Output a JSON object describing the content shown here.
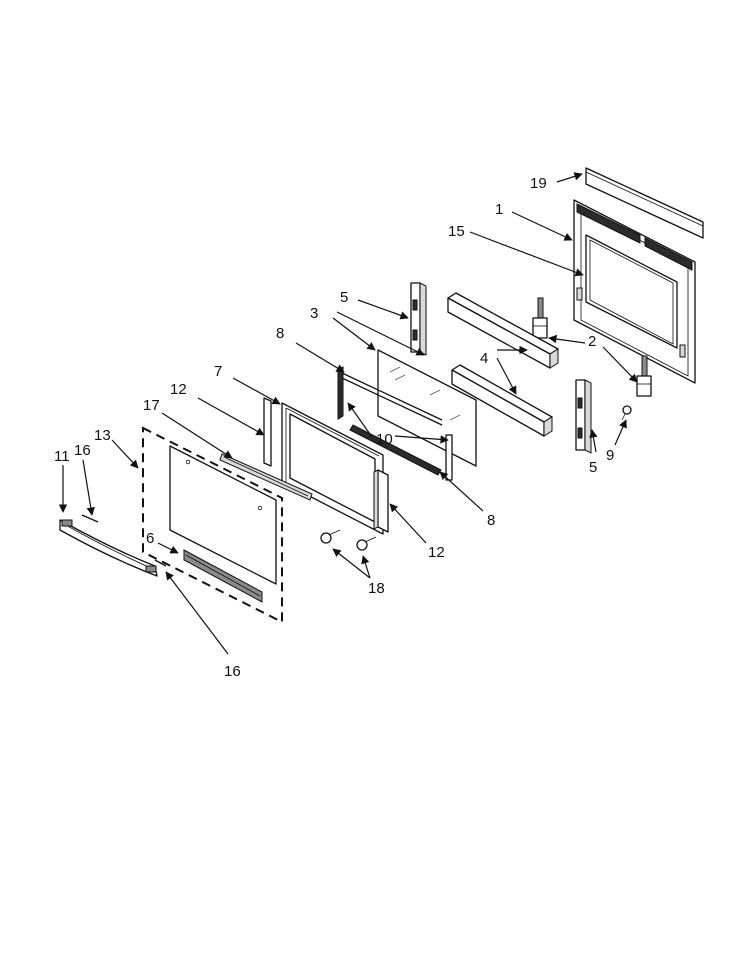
{
  "callouts": {
    "c1": "1",
    "c2": "2",
    "c3": "3",
    "c4": "4",
    "c5a": "5",
    "c5b": "5",
    "c6": "6",
    "c7": "7",
    "c8a": "8",
    "c8b": "8",
    "c9": "9",
    "c10": "10",
    "c11": "11",
    "c12a": "12",
    "c12b": "12",
    "c13": "13",
    "c15": "15",
    "c16a": "16",
    "c16b": "16",
    "c17": "17",
    "c18": "18",
    "c19": "19"
  },
  "colors": {
    "line": "#111111",
    "background": "#ffffff"
  }
}
